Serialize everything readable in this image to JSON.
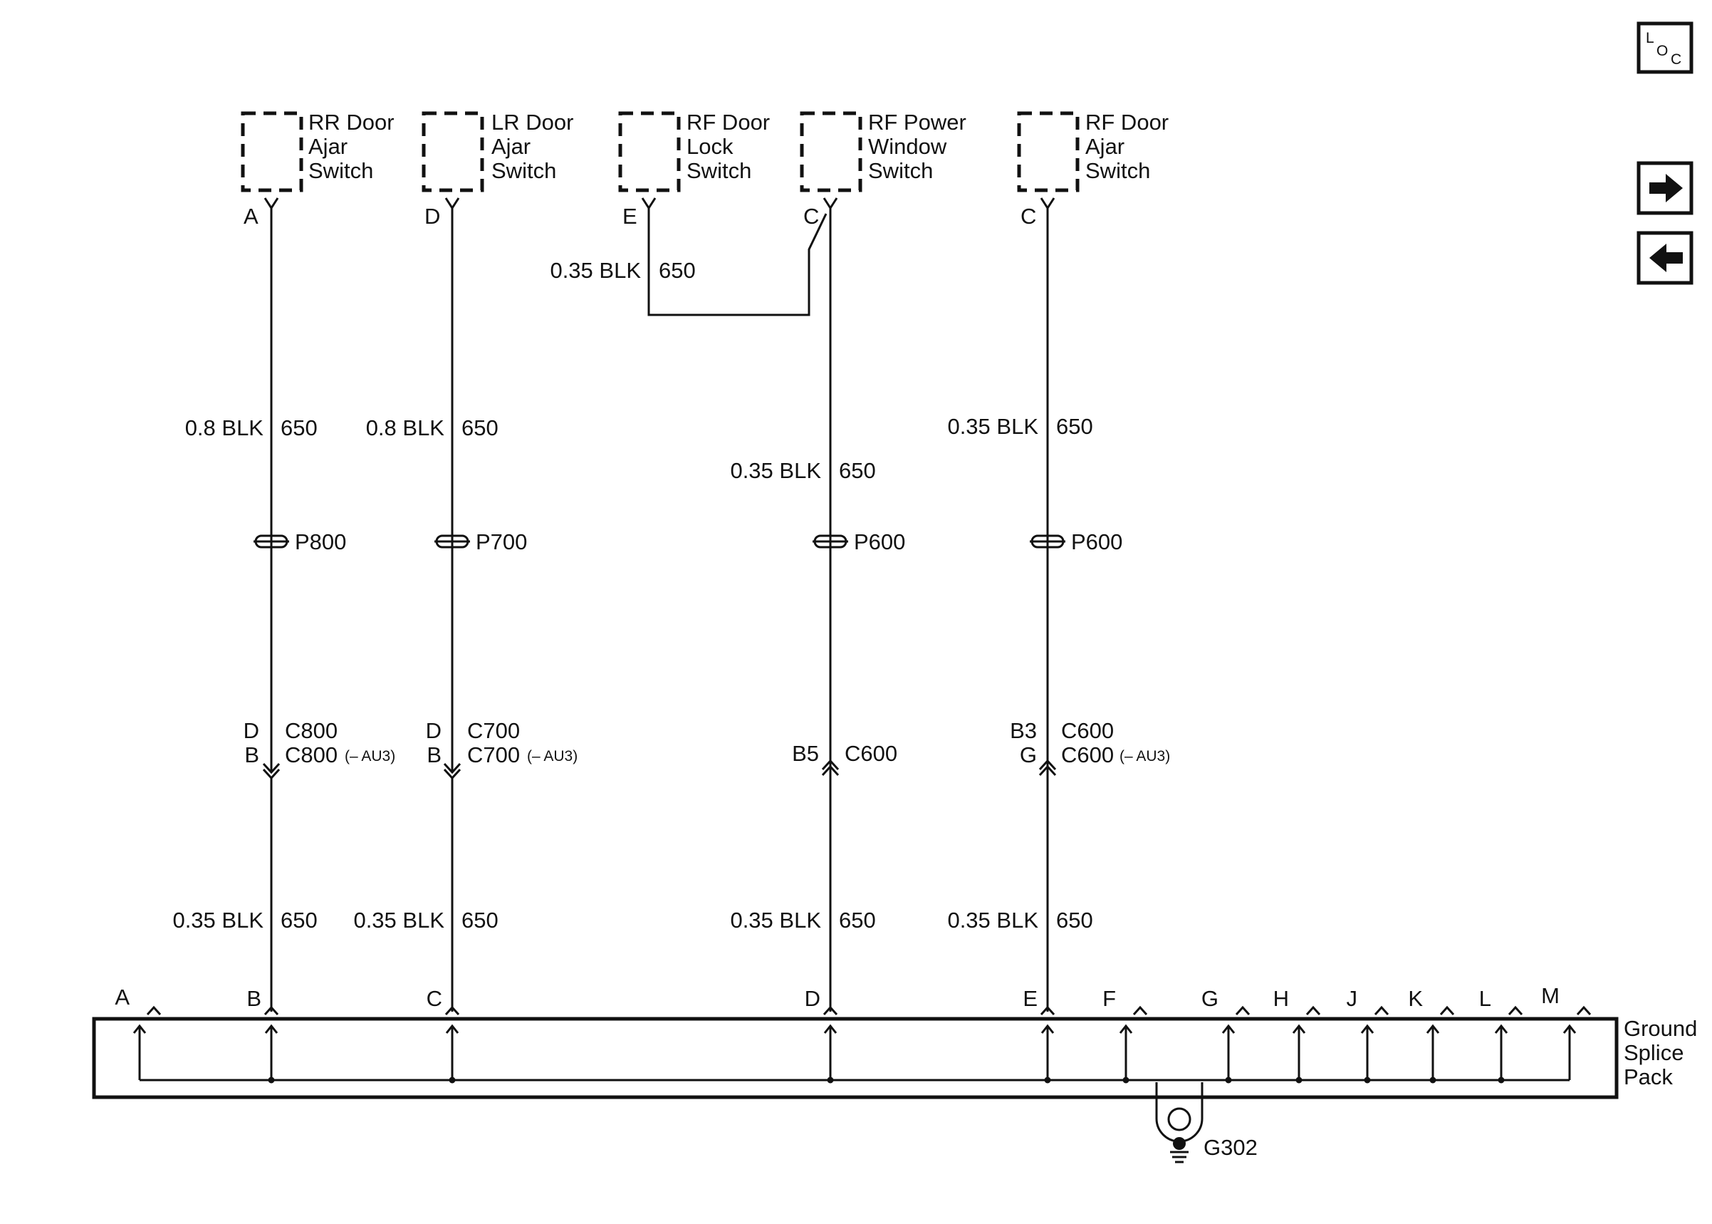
{
  "loc_icon": {
    "icon": "loc-icon",
    "l": "L",
    "o": "O",
    "c": "C"
  },
  "nav": {
    "next_icon": "arrow-right-icon",
    "prev_icon": "arrow-left-icon"
  },
  "components": [
    {
      "line1": "RR Door",
      "line2": "Ajar",
      "line3": "Switch",
      "pin": "A"
    },
    {
      "line1": "LR Door",
      "line2": "Ajar",
      "line3": "Switch",
      "pin": "D"
    },
    {
      "line1": "RF Door",
      "line2": "Lock",
      "line3": "Switch",
      "pin": "E"
    },
    {
      "line1": "RF Power",
      "line2": "Window",
      "line3": "Switch",
      "pin": "C"
    },
    {
      "line1": "RF Door",
      "line2": "Ajar",
      "line3": "Switch",
      "pin": "C"
    }
  ],
  "wire_labels": {
    "jumper": {
      "spec": "0.35 BLK",
      "circuit": "650"
    },
    "upper": [
      {
        "spec": "0.8 BLK",
        "circuit": "650"
      },
      {
        "spec": "0.8 BLK",
        "circuit": "650"
      },
      {
        "spec": "0.35 BLK",
        "circuit": "650"
      },
      {
        "spec": "0.35 BLK",
        "circuit": "650"
      }
    ],
    "lower": [
      {
        "spec": "0.35 BLK",
        "circuit": "650"
      },
      {
        "spec": "0.35 BLK",
        "circuit": "650"
      },
      {
        "spec": "0.35 BLK",
        "circuit": "650"
      },
      {
        "spec": "0.35 BLK",
        "circuit": "650"
      }
    ]
  },
  "pass_throughs": [
    "P800",
    "P700",
    "P600",
    "P600"
  ],
  "connectors": [
    {
      "pin1": "D",
      "name1": "C800",
      "pin2": "B",
      "name2": "C800",
      "note": "(– AU3)"
    },
    {
      "pin1": "D",
      "name1": "C700",
      "pin2": "B",
      "name2": "C700",
      "note": "(– AU3)"
    },
    {
      "pin1": "B5",
      "name1": "C600"
    },
    {
      "pin1": "B3",
      "name1": "C600",
      "pin2": "G",
      "name2": "C600",
      "note": "(– AU3)"
    }
  ],
  "splice_pack": {
    "line1": "Ground",
    "line2": "Splice",
    "line3": "Pack",
    "pins": [
      "A",
      "B",
      "C",
      "D",
      "E",
      "F",
      "G",
      "H",
      "J",
      "K",
      "L",
      "M"
    ]
  },
  "ground": {
    "label": "G302"
  }
}
